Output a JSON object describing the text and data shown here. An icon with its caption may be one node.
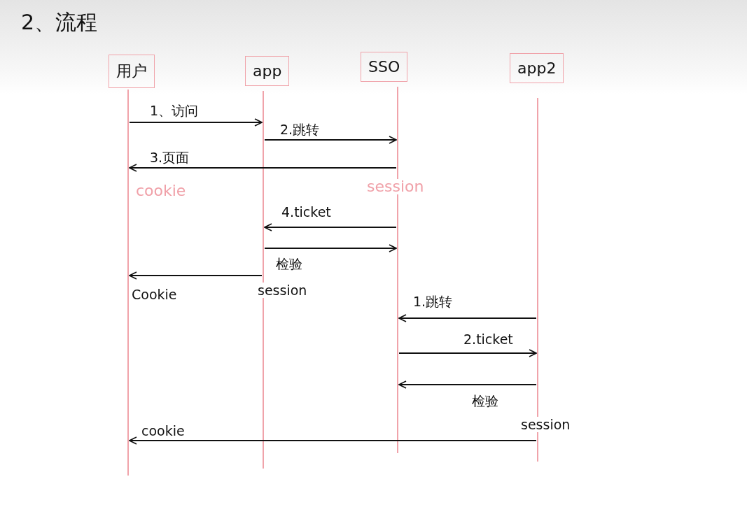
{
  "diagram": {
    "title": "2、流程",
    "nodes": [
      {
        "text": [
          "用户"
        ]
      },
      {
        "text": [
          "app"
        ]
      },
      {
        "text": [
          "SSO"
        ]
      },
      {
        "text": [
          "app2"
        ]
      },
      {
        "text": [],
        "shape": "bar"
      },
      {
        "text": [],
        "shape": "bar"
      },
      {
        "text": [],
        "shape": "bar"
      },
      {
        "text": [],
        "shape": "bar"
      }
    ],
    "edges": [
      {
        "from": 4,
        "to": 5,
        "arrow": "to",
        "label": "1、访问"
      },
      {
        "from": 5,
        "to": 6,
        "arrow": "to",
        "label": "2.跳转"
      },
      {
        "from": 6,
        "to": 4,
        "arrow": "to",
        "label": "3.页面"
      },
      {
        "from": 6,
        "to": 5,
        "arrow": "to",
        "label": "4.ticket"
      },
      {
        "from": 5,
        "to": 6,
        "arrow": "to",
        "label": "检验"
      },
      {
        "from": 5,
        "to": 4,
        "arrow": "to"
      },
      {
        "from": 7,
        "to": 6,
        "arrow": "to",
        "label": "1.跳转"
      },
      {
        "from": 6,
        "to": 7,
        "arrow": "to",
        "label": "2.ticket"
      },
      {
        "from": 7,
        "to": 6,
        "arrow": "to",
        "label": "检验"
      },
      {
        "from": 7,
        "to": 4,
        "arrow": "to",
        "label": "cookie"
      }
    ],
    "labels": [
      "cookie",
      "session",
      "Cookie",
      "session",
      "session"
    ]
  }
}
